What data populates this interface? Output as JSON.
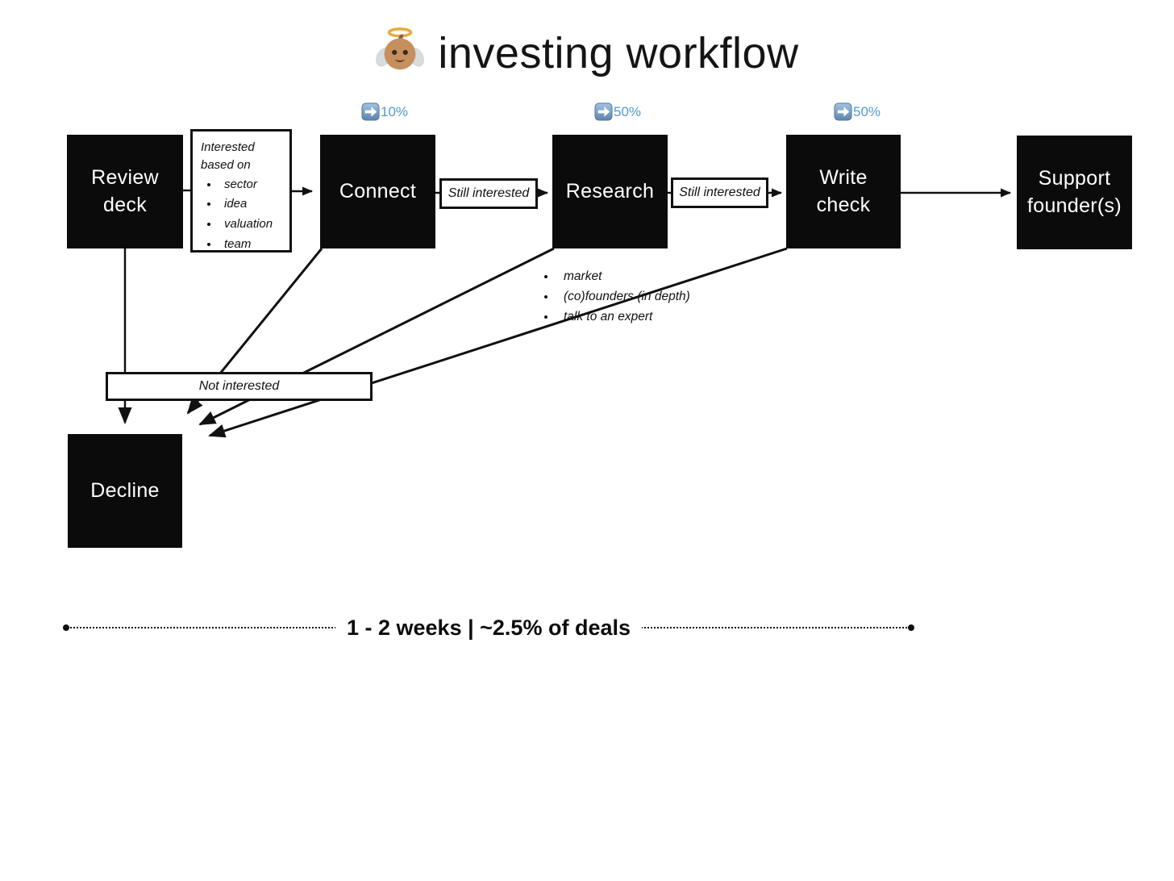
{
  "title": {
    "emoji_icon": "baby-angel-emoji",
    "text": "investing workflow"
  },
  "nodes": {
    "review_deck": "Review deck",
    "connect": "Connect",
    "research": "Research",
    "write_check": "Write check",
    "support_founders": "Support founder(s)",
    "decline": "Decline"
  },
  "interested_note": {
    "heading": "Interested based on",
    "items": [
      "sector",
      "idea",
      "valuation",
      "team"
    ]
  },
  "edge_labels": {
    "still_interested_1": "Still interested",
    "still_interested_2": "Still interested",
    "not_interested": "Not interested"
  },
  "conversion_rates": [
    {
      "icon": "arrow-right-emoji",
      "value": "10%"
    },
    {
      "icon": "arrow-right-emoji",
      "value": "50%"
    },
    {
      "icon": "arrow-right-emoji",
      "value": "50%"
    }
  ],
  "research_notes": [
    "market",
    "(co)founders (in depth)",
    "talk to an expert"
  ],
  "timeline": {
    "label": "1 - 2 weeks | ~2.5% of deals"
  },
  "colors": {
    "rate_text": "#4f9bd5",
    "node_bg": "#0b0b0b",
    "line": "#111111"
  }
}
